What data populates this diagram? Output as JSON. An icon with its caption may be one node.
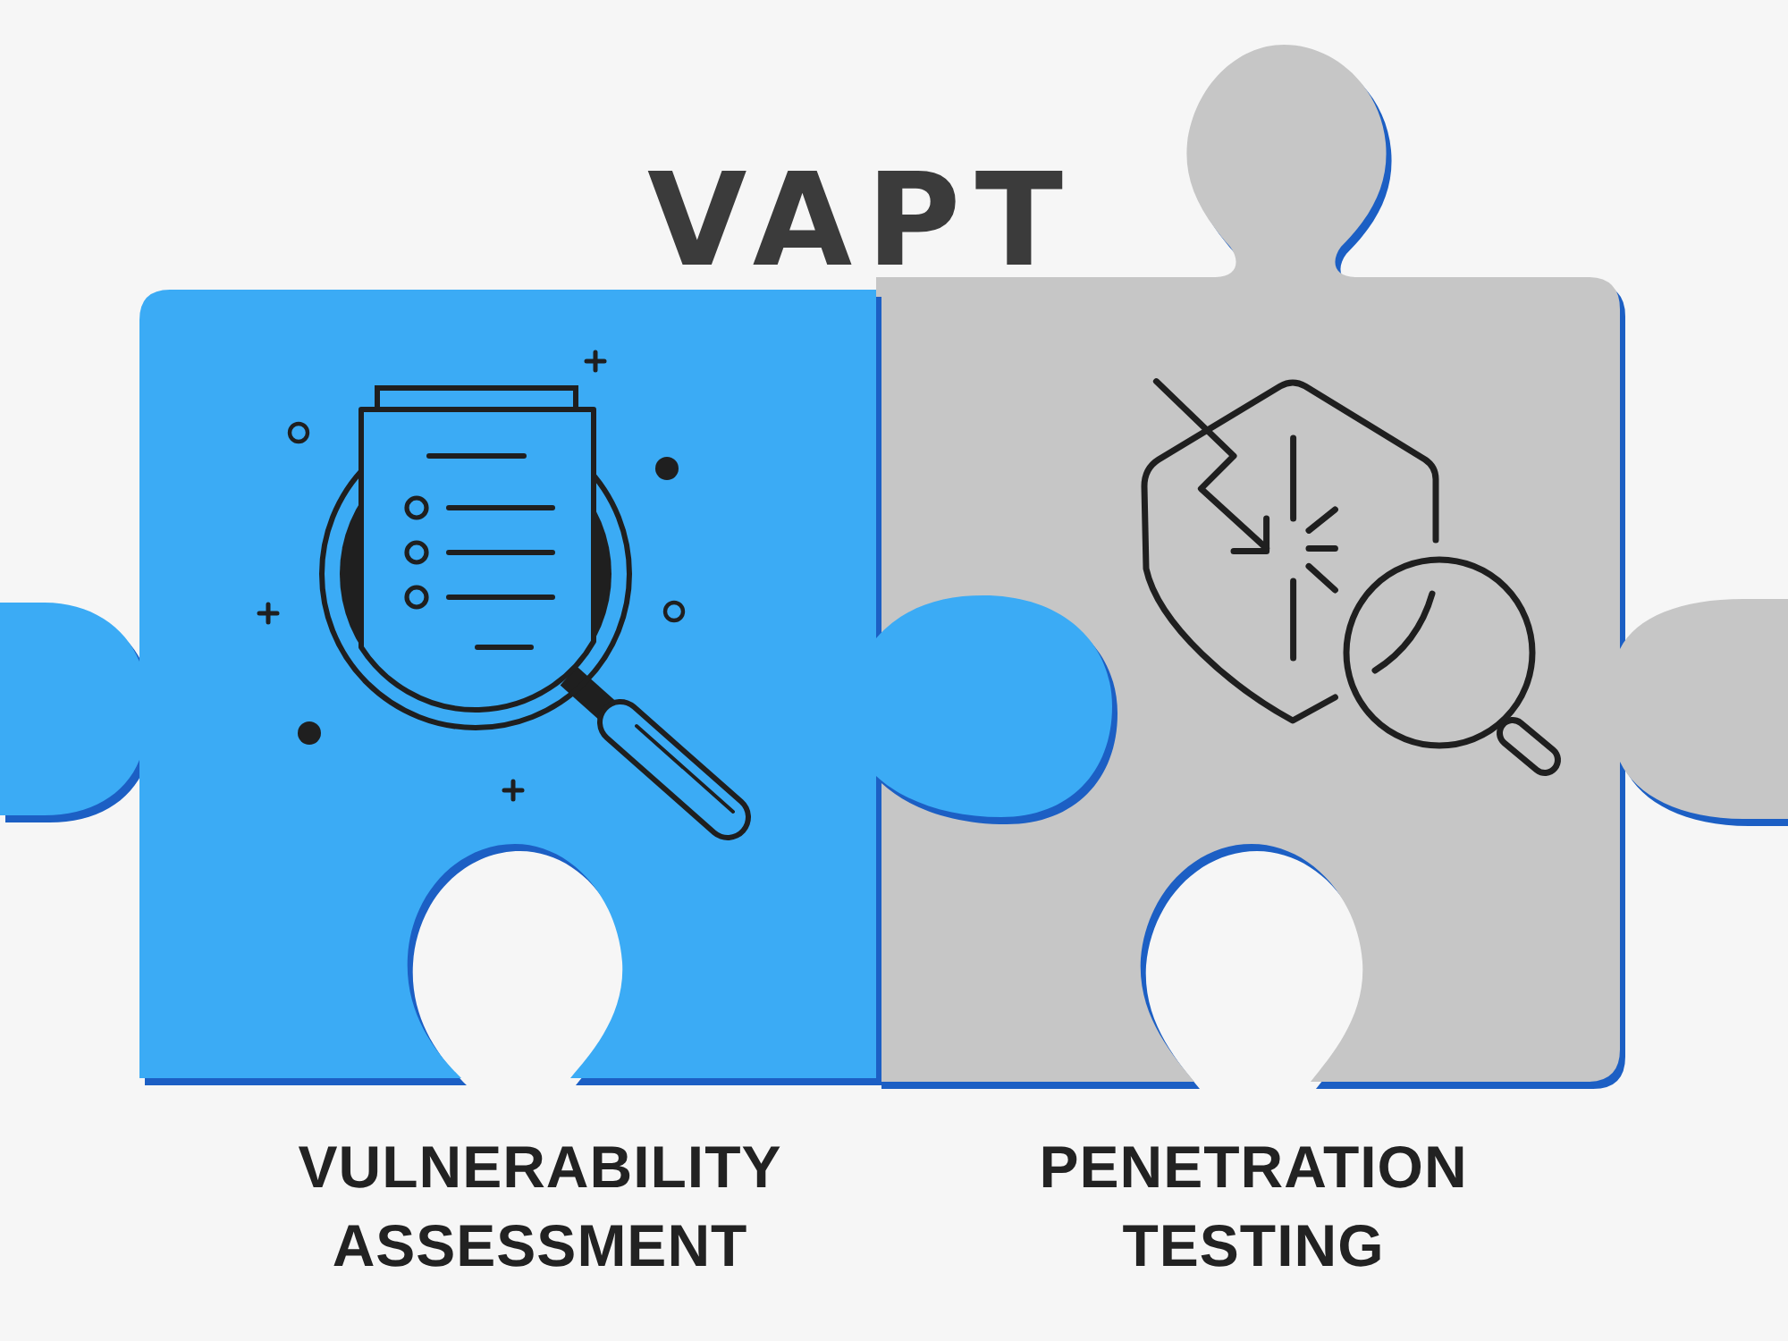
{
  "diagram": {
    "title": "VAPT",
    "nodes": [
      {
        "text": [
          "VULNERABILITY ASSESSMENT"
        ]
      },
      {
        "text": [
          "PENETRATION TESTING"
        ]
      }
    ]
  }
}
